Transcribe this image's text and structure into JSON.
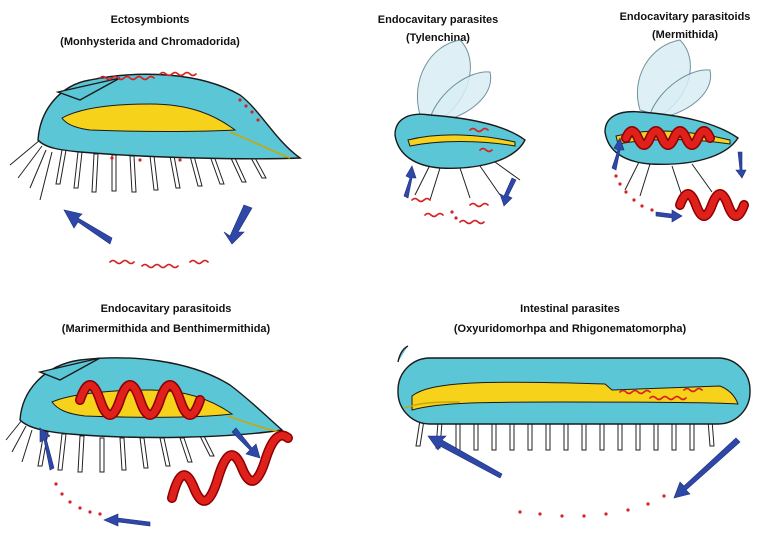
{
  "panels": [
    {
      "title": "Ectosymbionts",
      "subtitle": "(Monhysterida and Chromadorida)"
    },
    {
      "title": "Endocavitary parasites",
      "subtitle": "(Tylenchina)"
    },
    {
      "title": "Endocavitary parasitoids",
      "subtitle": "(Mermithida)"
    },
    {
      "title": "Endocavitary parasitoids",
      "subtitle": "(Marimermithida and Benthimermithida)"
    },
    {
      "title": "Intestinal parasites",
      "subtitle": "(Oxyuridomorhpa and Rhigonematomorpha)"
    }
  ],
  "colors": {
    "host_body": "#5bc6d6",
    "gut": "#f6d21a",
    "nematode": "#d52222",
    "arrow": "#2f48a8"
  }
}
